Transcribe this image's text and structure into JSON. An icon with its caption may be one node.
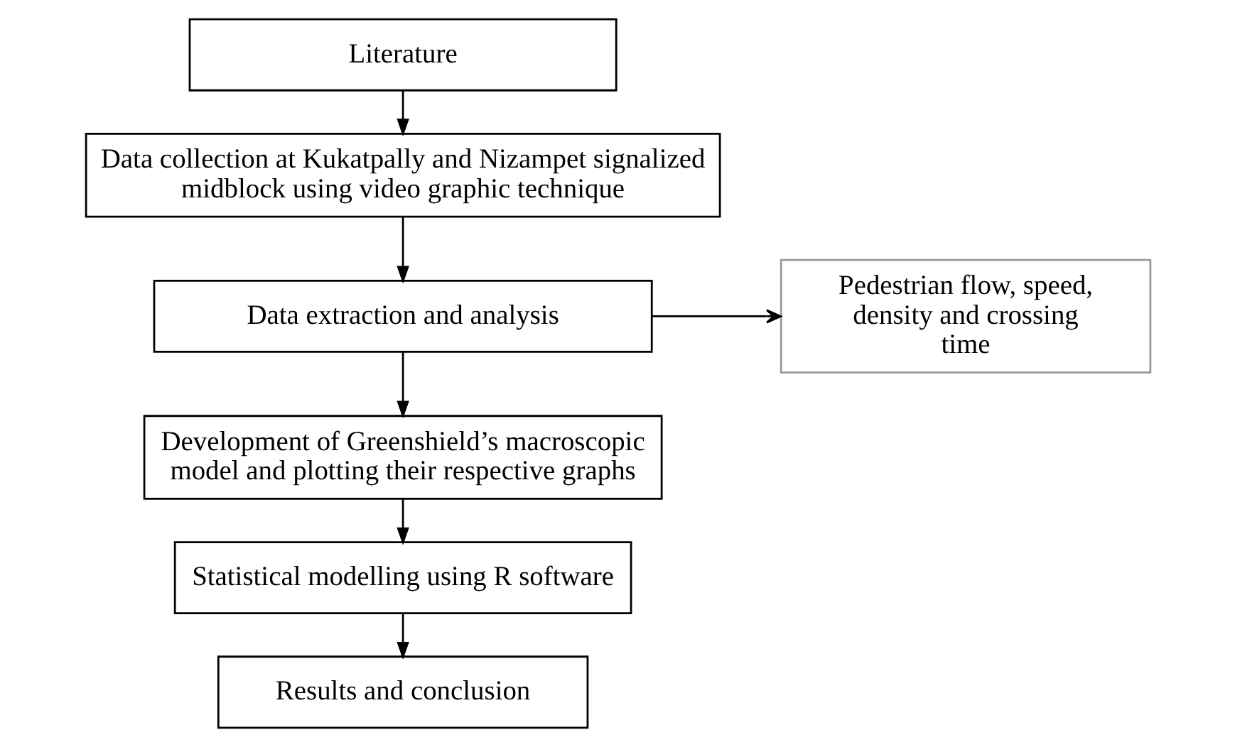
{
  "diagram": {
    "nodes": [
      {
        "text": [
          "Literature"
        ]
      },
      {
        "text": [
          "Data collection at Kukatpally and Nizampet signalized midblock using video graphic technique"
        ]
      },
      {
        "text": [
          "Data extraction and analysis"
        ]
      },
      {
        "text": [
          "Pedestrian flow, speed, density and crossing time"
        ]
      },
      {
        "text": [
          "Development of Greenshield’s macroscopic model and plotting their respective graphs"
        ]
      },
      {
        "text": [
          "Statistical modelling using R software"
        ]
      },
      {
        "text": [
          "Results and conclusion"
        ]
      }
    ],
    "edges": [
      {
        "from": 0,
        "to": 1,
        "arrow": "to"
      },
      {
        "from": 1,
        "to": 2,
        "arrow": "to"
      },
      {
        "from": 2,
        "to": 3,
        "arrow": "to"
      },
      {
        "from": 2,
        "to": 4,
        "arrow": "to"
      },
      {
        "from": 4,
        "to": 5,
        "arrow": "to"
      },
      {
        "from": 5,
        "to": 6,
        "arrow": "to"
      }
    ]
  }
}
